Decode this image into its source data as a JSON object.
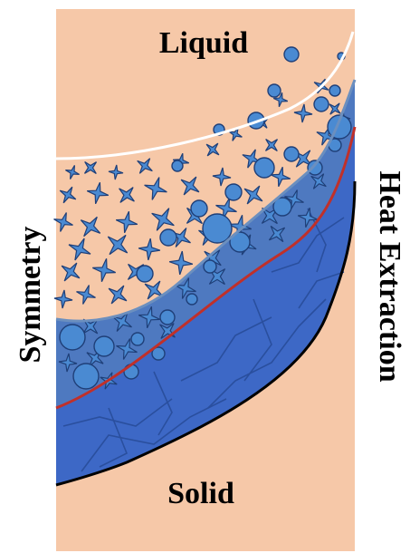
{
  "labels": {
    "top": "Liquid",
    "bottom": "Solid",
    "left": "Symmetry",
    "right": "Heat Extraction"
  },
  "colors": {
    "background": "#f6c8a8",
    "crystal_fill": "#4a8ad2",
    "crystal_stroke": "#1f3f78",
    "solid_fill": "#3d68c6",
    "solid_grain_line": "#2a4f9e",
    "mush_dense_fill": "#3f72c2",
    "liquidus_line": "#ffffff",
    "packing_front_line": "#6b8fbf",
    "solidus_line": "#c0302a",
    "solid_edge_line": "#000000"
  },
  "regions": [
    "liquid",
    "dendritic mushy zone",
    "solid"
  ]
}
